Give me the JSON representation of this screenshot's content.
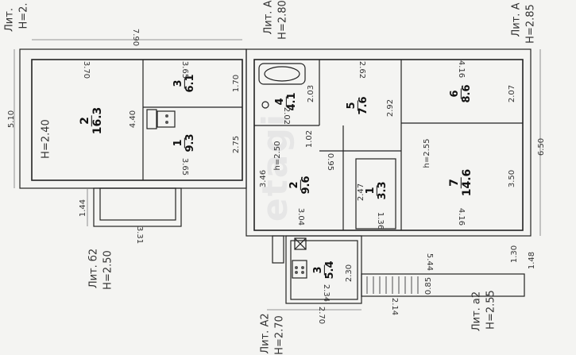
{
  "lit_labels": {
    "top_left": "Лит.",
    "top_left_h": "Н=2.",
    "top_mid": "Лит. А",
    "top_mid_h": "Н=2.80",
    "top_right": "Лит. А",
    "top_right_h": "Н=2.85",
    "b2": "Лит. б2",
    "b2_h": "Н=2.50",
    "a2_upper": "Лит. А2",
    "a2_upper_h": "Н=2.70",
    "a2_lower": "Лит. а2",
    "a2_lower_h": "Н=2.55"
  },
  "rooms": [
    {
      "num": "2",
      "area": "16.3",
      "height": "Н=2.40"
    },
    {
      "num": "3",
      "area": "6.1"
    },
    {
      "num": "1",
      "area": "9.3"
    },
    {
      "num": "4",
      "area": "4.1"
    },
    {
      "num": "5",
      "area": "7.6"
    },
    {
      "num": "6",
      "area": "8.6"
    },
    {
      "num": "2",
      "area": "9.6",
      "height": "h=2.50"
    },
    {
      "num": "1",
      "area": "3.3"
    },
    {
      "num": "7",
      "area": "14.6",
      "height": "h=2.55"
    },
    {
      "num": "3",
      "area": "5.4"
    }
  ],
  "dimensions": {
    "overall_left_width": "7.90",
    "r2_width": "3.70",
    "r3_width": "3.65",
    "r1_width": "3.65",
    "left_height": "5.10",
    "r2_height": "4.40",
    "r3_height": "1.70",
    "r1_height": "2.75",
    "porch_height": "1.44",
    "porch_width": "3.31",
    "r4_height": "2.03",
    "r4_width": "2.02",
    "r5_width": "2.62",
    "r5_height": "2.92",
    "r6_width": "4.16",
    "r6_height": "2.07",
    "right_height": "6.50",
    "r7_height": "3.50",
    "r7_width": "4.16",
    "r2b_height": "3.46",
    "r2b_width": "3.04",
    "r1b_width": "0.95",
    "r1b_height": "2.47",
    "r1b_bottom": "1.36",
    "r4_gap": "1.02",
    "annex_width": "5.44",
    "annex_right": "1.30",
    "annex_far": "1.48",
    "r3b_height": "2.30",
    "r3b_width": "2.34",
    "r3b_out": "2.70",
    "step_w": "0.85",
    "step_len": "2.14"
  },
  "watermark": "etagi"
}
